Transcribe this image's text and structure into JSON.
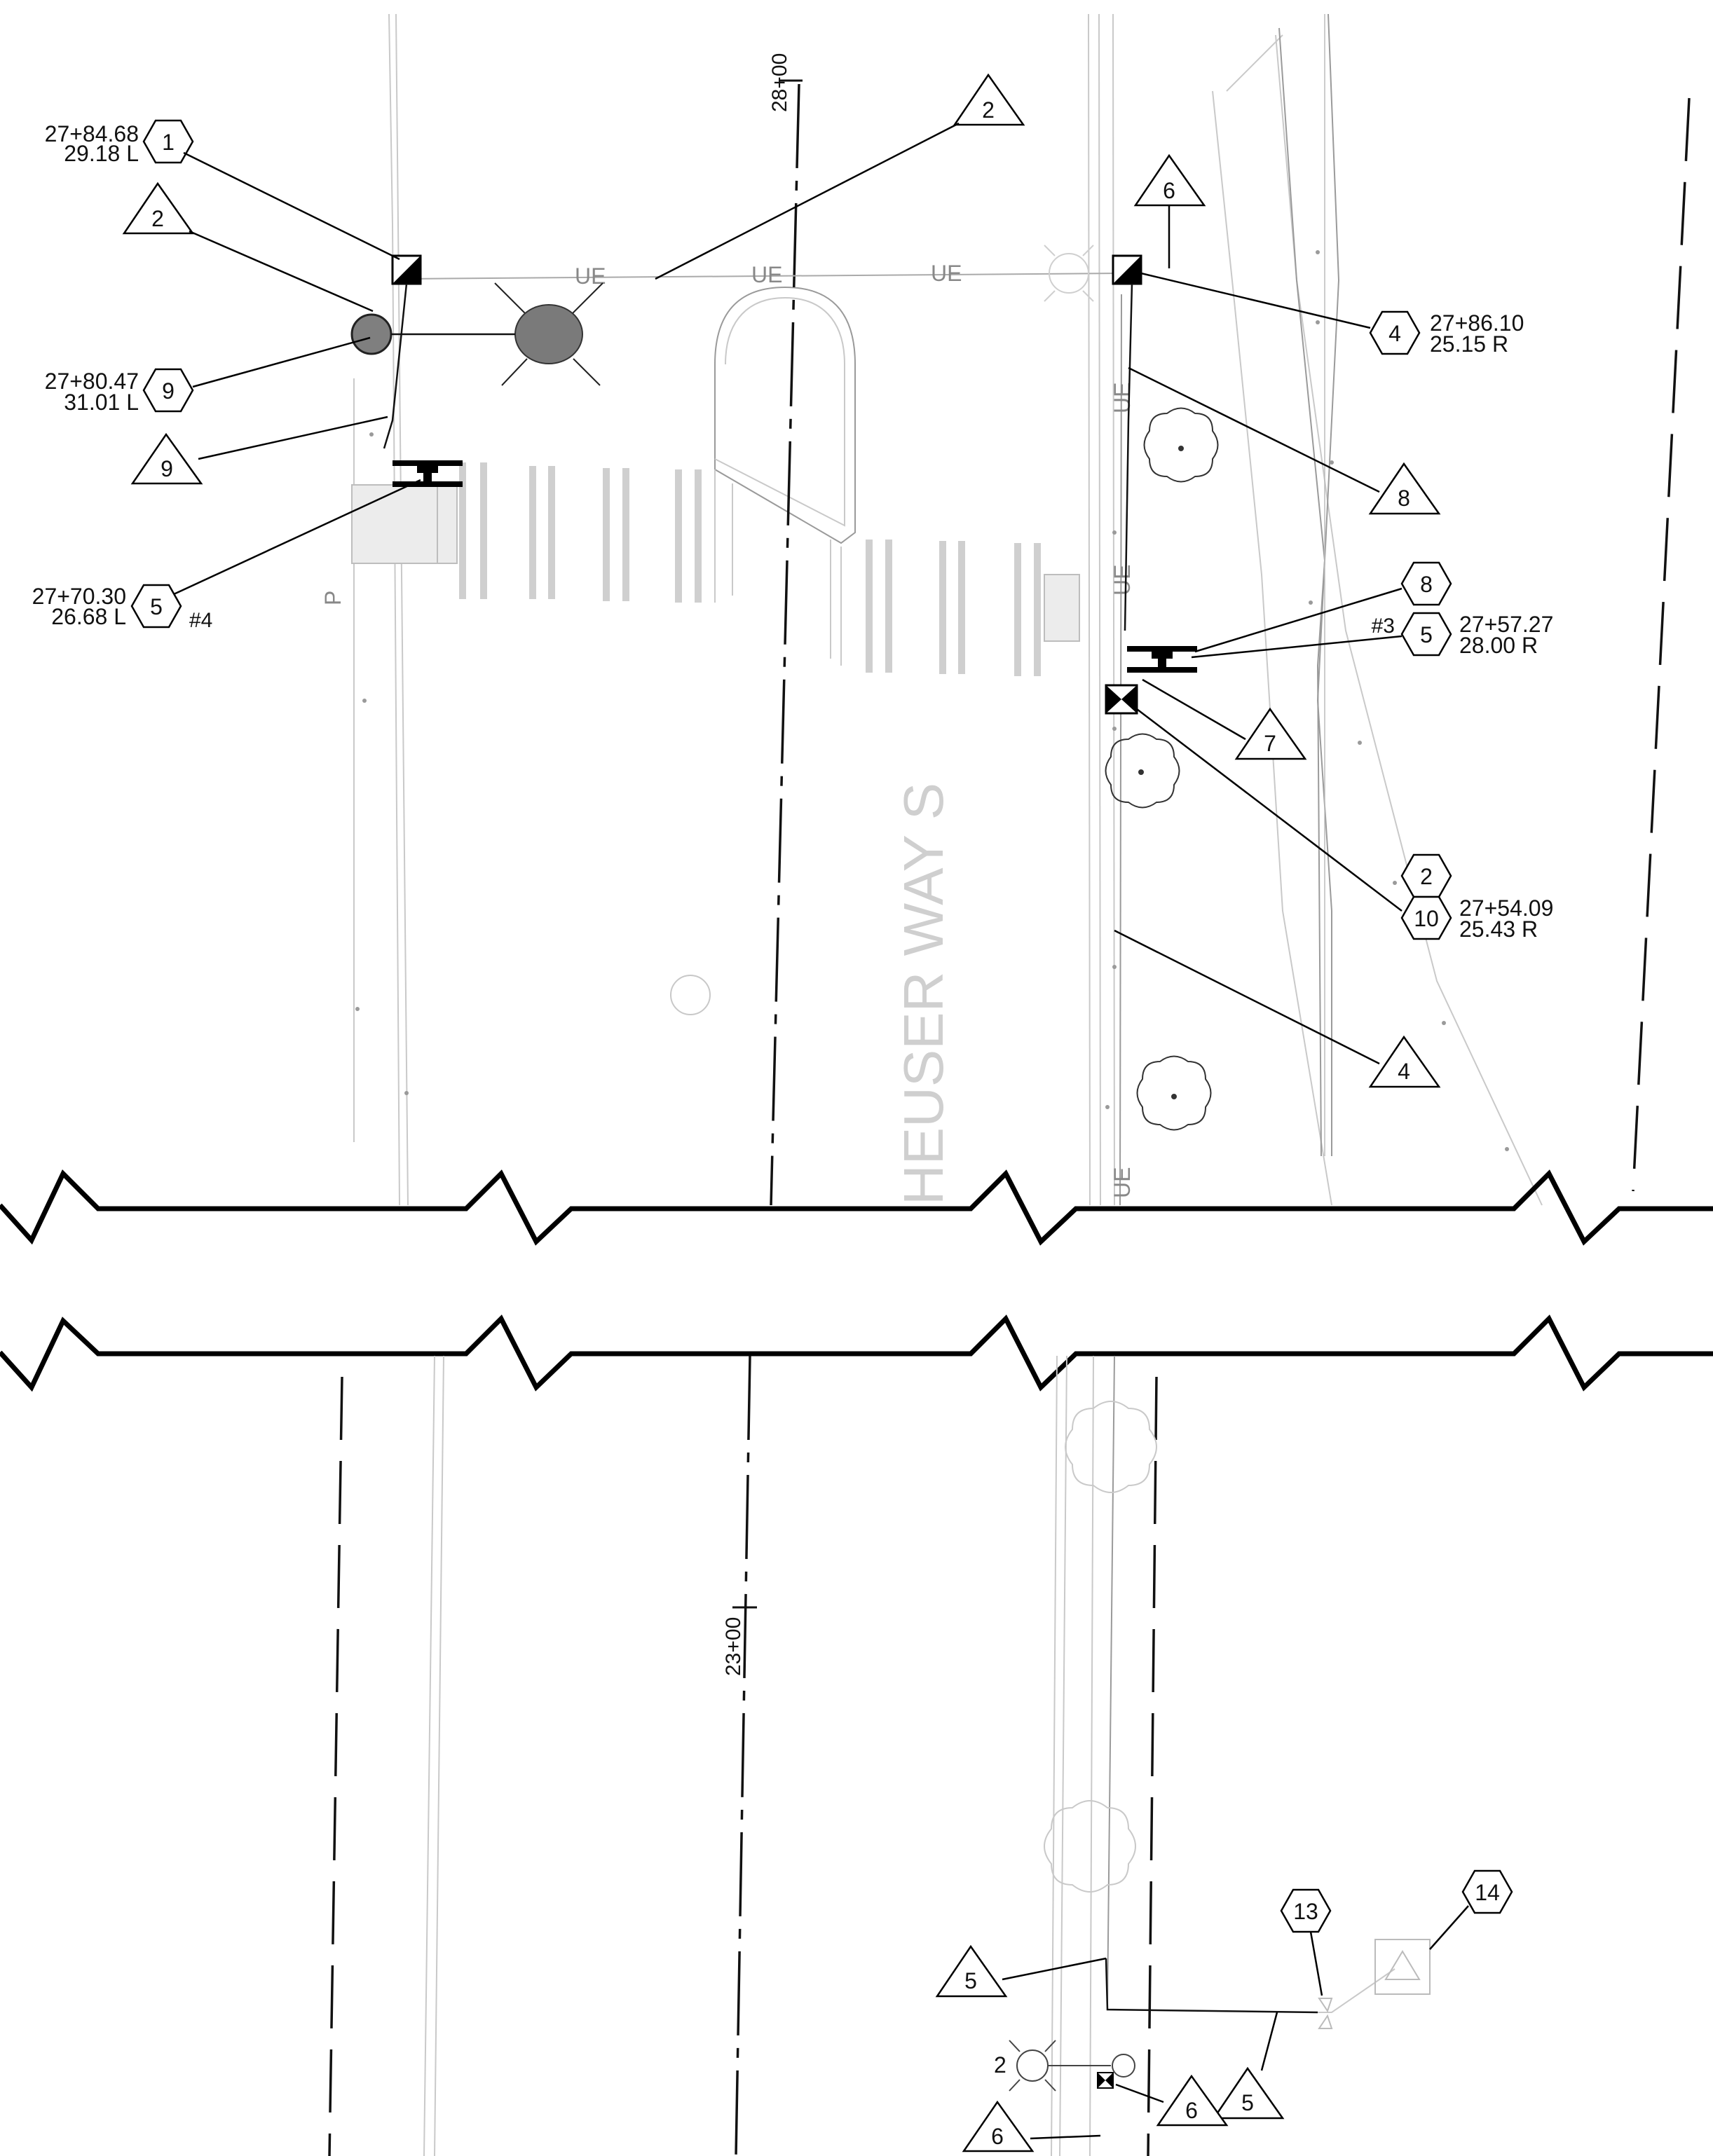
{
  "street_name": "HEUSER WAY S",
  "utility_label": "UE",
  "stations": {
    "upper": "28+00",
    "lower": "23+00"
  },
  "callouts": {
    "c1": {
      "station": "27+84.68",
      "offset": "29.18 L",
      "id": "1"
    },
    "c9": {
      "station": "27+80.47",
      "offset": "31.01 L",
      "id": "9"
    },
    "c5l": {
      "station": "27+70.30",
      "offset": "26.68 L",
      "id": "5",
      "tag": "#4"
    },
    "c4": {
      "station": "27+86.10",
      "offset": "25.15 R",
      "id": "4"
    },
    "c5r": {
      "station": "27+57.27",
      "offset": "28.00 R",
      "id": "5",
      "tag": "#3"
    },
    "c8": {
      "id": "8"
    },
    "c10": {
      "station": "27+54.09",
      "offset": "25.43 R",
      "id": "10",
      "stack_id": "2"
    },
    "c13": {
      "id": "13"
    },
    "c14": {
      "id": "14"
    }
  },
  "notes": {
    "n2_top": "2",
    "n2_left": "2",
    "n9": "9",
    "n6": "6",
    "n8": "8",
    "n7": "7",
    "n4": "4",
    "n5_bottom_left": "5",
    "n5_bottom_right": "5",
    "n6_bottom_a": "6",
    "n6_bottom_b": "6"
  },
  "bottom_label": "2"
}
